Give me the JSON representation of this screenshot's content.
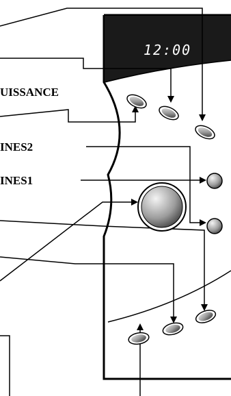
{
  "labels": {
    "puissance": "UISSANCE",
    "ines2": "INES2",
    "ines1": "INES1"
  },
  "display": {
    "time": "12:00"
  },
  "colors": {
    "panel_background": "#1a1a1a",
    "line": "#000000",
    "background": "#ffffff"
  }
}
